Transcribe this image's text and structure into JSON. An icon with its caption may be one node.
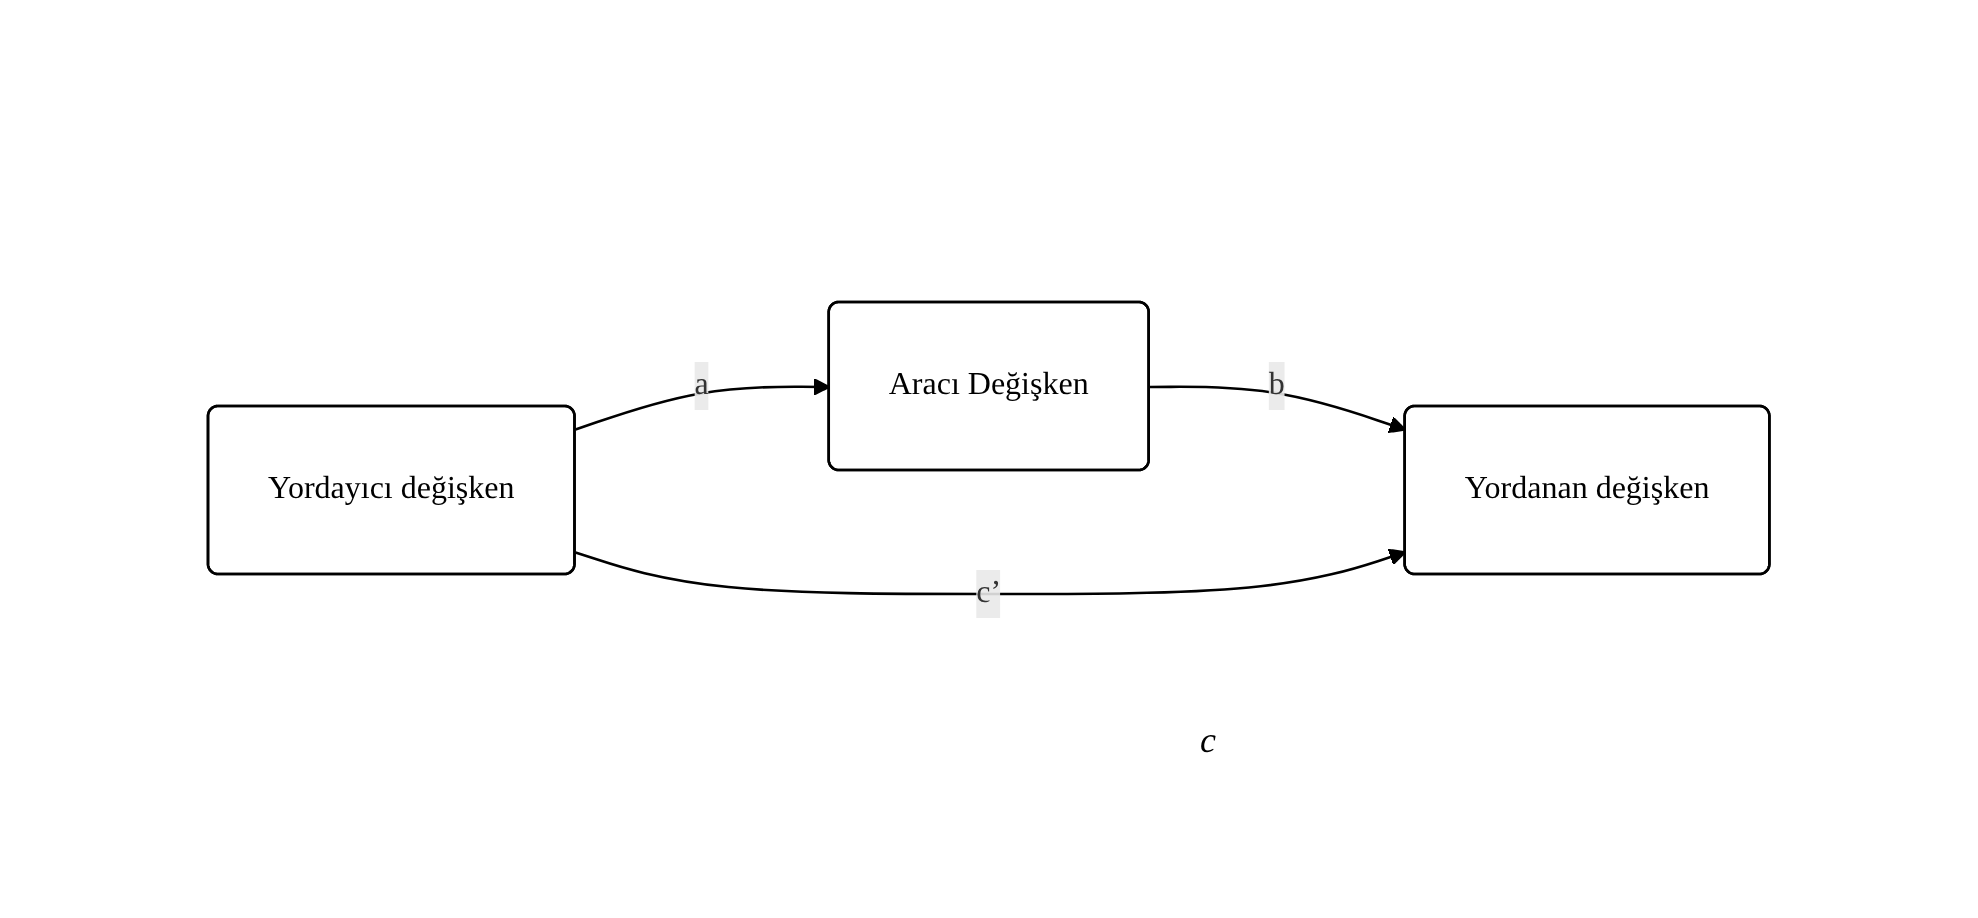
{
  "diagram": {
    "nodes": [
      {
        "text": [
          "Aracı Değişken"
        ]
      },
      {
        "text": [
          "Yordayıcı değişken"
        ]
      },
      {
        "text": [
          "Yordanan değişken"
        ]
      }
    ],
    "edges": [
      {
        "from": 1,
        "to": 0,
        "arrow": "to",
        "label": "a"
      },
      {
        "from": 0,
        "to": 2,
        "arrow": "to",
        "label": "b"
      },
      {
        "from": 1,
        "to": 2,
        "arrow": "to",
        "label": "c’"
      }
    ],
    "labels": [
      "c"
    ]
  }
}
